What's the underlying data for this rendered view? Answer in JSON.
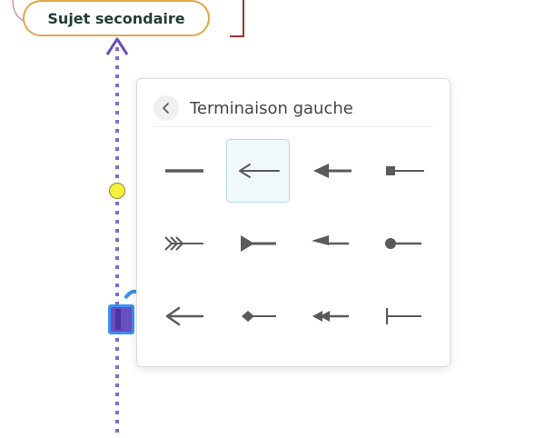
{
  "node": {
    "label": "Sujet secondaire"
  },
  "panel": {
    "title": "Terminaison gauche",
    "back_icon": "chevron-left-icon",
    "selected_index": 1,
    "options": [
      {
        "icon": "line-plain-icon"
      },
      {
        "icon": "arrow-thin-open-icon"
      },
      {
        "icon": "arrow-filled-triangle-icon"
      },
      {
        "icon": "line-square-end-icon"
      },
      {
        "icon": "arrow-fletching-icon"
      },
      {
        "icon": "line-reverse-triangle-icon"
      },
      {
        "icon": "arrow-half-head-icon"
      },
      {
        "icon": "line-circle-end-icon"
      },
      {
        "icon": "arrow-open-icon"
      },
      {
        "icon": "line-diamond-end-icon"
      },
      {
        "icon": "arrow-double-head-icon"
      },
      {
        "icon": "line-bar-end-icon"
      }
    ]
  },
  "colors": {
    "node_border": "#e0a847",
    "node_text": "#1f3d35",
    "connector": "#7b6fd0",
    "handle_fill": "#6a4dc0",
    "handle_border": "#3d8ef0",
    "midpoint": "#f5f03a",
    "icon": "#5a5a5a",
    "selected_bg": "#f1f8fb",
    "selected_border": "#b6dbe6"
  }
}
